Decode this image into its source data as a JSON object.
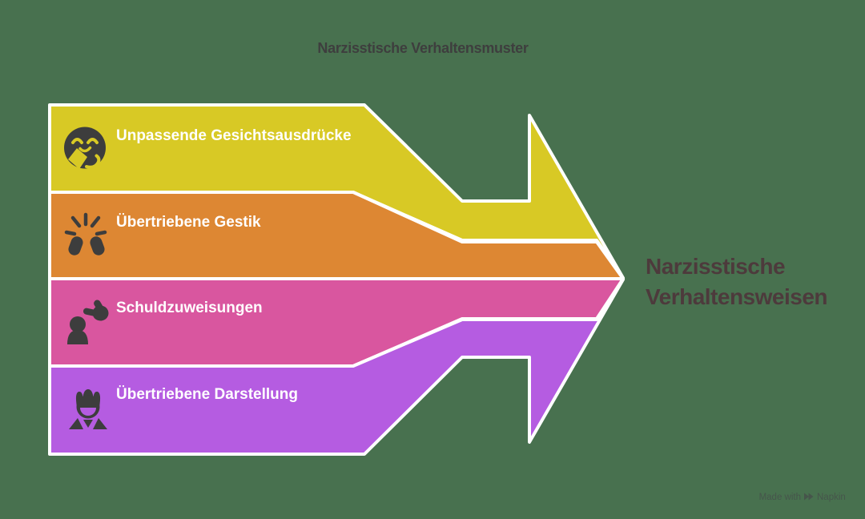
{
  "title": "Narzisstische Verhaltensmuster",
  "result_title": {
    "line1": "Narzisstische",
    "line2": "Verhaltensweisen"
  },
  "bands": [
    {
      "label": "Unpassende Gesichtsausdrücke",
      "color": "#d8c925",
      "icon": "two-faced-smile-icon"
    },
    {
      "label": "Übertriebene Gestik",
      "color": "#dd8733",
      "icon": "clapping-hands-icon"
    },
    {
      "label": "Schuldzuweisungen",
      "color": "#d9569f",
      "icon": "blame-pointing-icon"
    },
    {
      "label": "Übertriebene Darstellung",
      "color": "#b55ce1",
      "icon": "crowned-person-icon"
    }
  ],
  "colors": {
    "background": "#48714f",
    "outline": "#ffffff",
    "title_text": "#3e3e3e",
    "label_text": "#ffffff",
    "result_text": "#4d3a3c",
    "icon": "#3d3d3d",
    "watermark_text": "#46524b"
  },
  "watermark": {
    "prefix": "Made with",
    "brand": "Napkin"
  }
}
